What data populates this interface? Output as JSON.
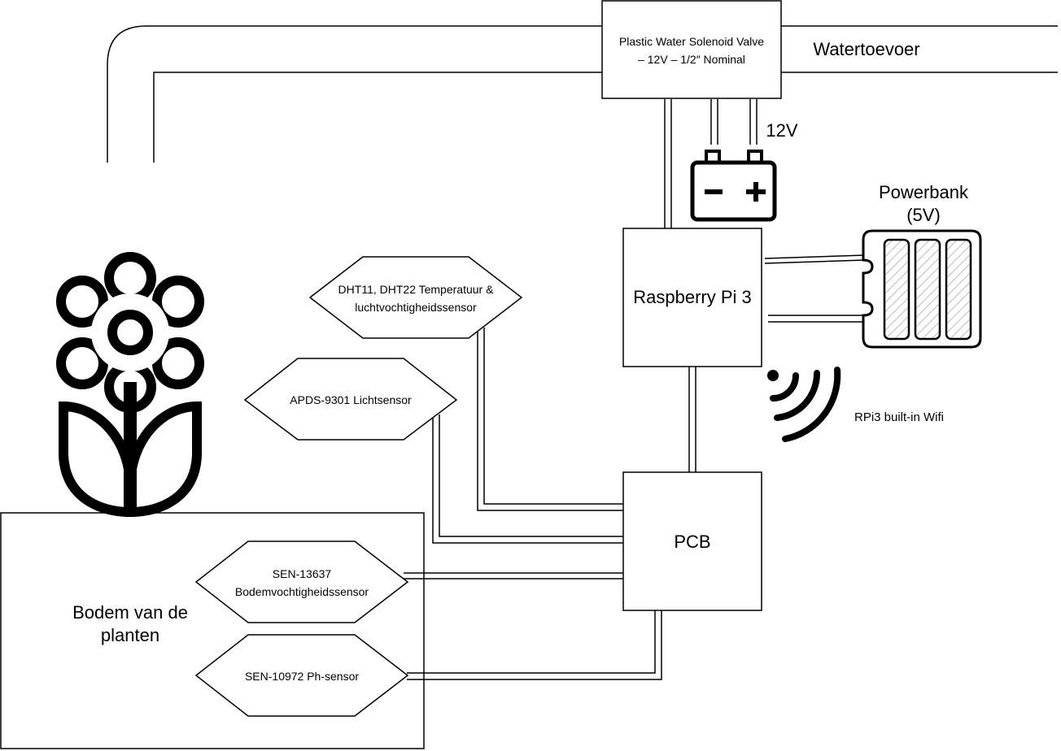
{
  "nodes": {
    "valve": {
      "line1": "Plastic Water Solenoid Valve",
      "line2": "– 12V – 1/2″ Nominal"
    },
    "water_supply": "Watertoevoer",
    "battery_voltage": "12V",
    "battery_minus": "−",
    "battery_plus": "+",
    "powerbank": {
      "line1": "Powerbank",
      "line2": "(5V)"
    },
    "raspberry_pi": "Raspberry Pi 3",
    "wifi": "RPi3 built-in Wifi",
    "dht_sensor": {
      "line1": "DHT11, DHT22 Temperatuur &",
      "line2": "luchtvochtigheidssensor"
    },
    "light_sensor": "APDS-9301 Lichtsensor",
    "pcb": "PCB",
    "soil_moisture_sensor": {
      "line1": "SEN-13637",
      "line2": "Bodemvochtigheidssensor"
    },
    "ph_sensor": "SEN-10972 Ph-sensor",
    "soil": {
      "line1": "Bodem van de",
      "line2": "planten"
    }
  },
  "icons": {
    "plant": "flower-icon",
    "battery": "battery-icon",
    "powerbank": "powerbank-icon",
    "wifi": "wifi-icon"
  }
}
